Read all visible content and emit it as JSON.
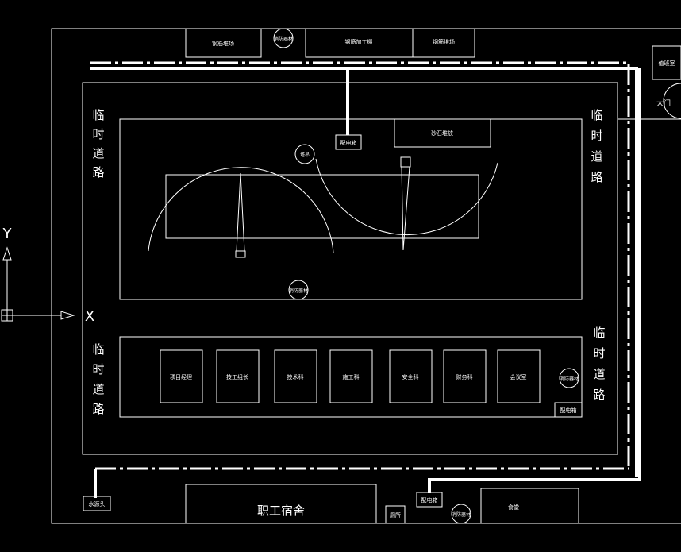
{
  "top_labels": {
    "b1": "钢筋堆场",
    "fire1": "消防器材",
    "b2": "钢筋加工棚",
    "b3": "钢筋堆场",
    "guard": "值班室",
    "gate": "大门"
  },
  "road_labels": {
    "left_top": [
      "临",
      "时",
      "道",
      "路"
    ],
    "left_bottom": [
      "临",
      "时",
      "道",
      "路"
    ],
    "right_top": [
      "临",
      "时",
      "道",
      "路"
    ],
    "right_bottom": [
      "临",
      "时",
      "道",
      "路"
    ]
  },
  "site": {
    "power_top": "配电箱",
    "mix": "砂石堆放",
    "crane_label": "塔吊",
    "fire_mid": "消防器材"
  },
  "offices": [
    "项目经理",
    "技工组长",
    "技术科",
    "施工科",
    "安全科",
    "财务科",
    "会议室"
  ],
  "office_fire": "消防器材",
  "office_power": "配电箱",
  "bottom": {
    "water": "水源头",
    "dorm": "职工宿舍",
    "toilet": "厕所",
    "power": "配电箱",
    "fire": "消防器材",
    "canteen": "食堂"
  },
  "axis": {
    "x": "X",
    "y": "Y"
  }
}
